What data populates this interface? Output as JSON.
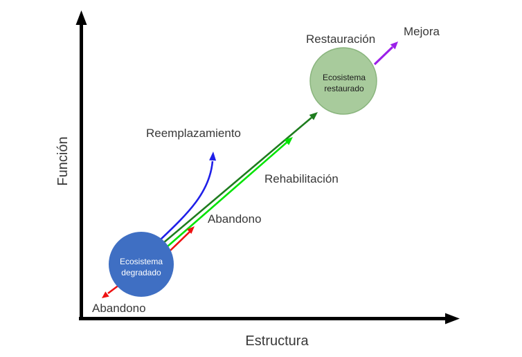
{
  "axes": {
    "y_label": "Función",
    "x_label": "Estructura"
  },
  "nodes": {
    "degraded": {
      "line1": "Ecosistema",
      "line2": "degradado"
    },
    "restored": {
      "line1": "Ecosistema",
      "line2": "restaurado"
    }
  },
  "arrows": {
    "replacement": {
      "label": "Reemplazamiento"
    },
    "rehabilitation": {
      "label": "Rehabilitación"
    },
    "restoration": {
      "label": "Restauración"
    },
    "improvement": {
      "label": "Mejora"
    },
    "abandonment_upper": {
      "label": "Abandono"
    },
    "abandonment_lower": {
      "label": "Abandono"
    }
  },
  "colors": {
    "axis": "#000000",
    "replacement_blue": "#1f1fe8",
    "restoration_dark_green": "#1e7c1e",
    "rehabilitation_light_green": "#00e400",
    "abandonment_red": "#ee1111",
    "improvement_purple": "#9b1fe9",
    "degraded_circle_fill": "#3f6fc3",
    "restored_circle_fill": "#a8cb9c"
  }
}
